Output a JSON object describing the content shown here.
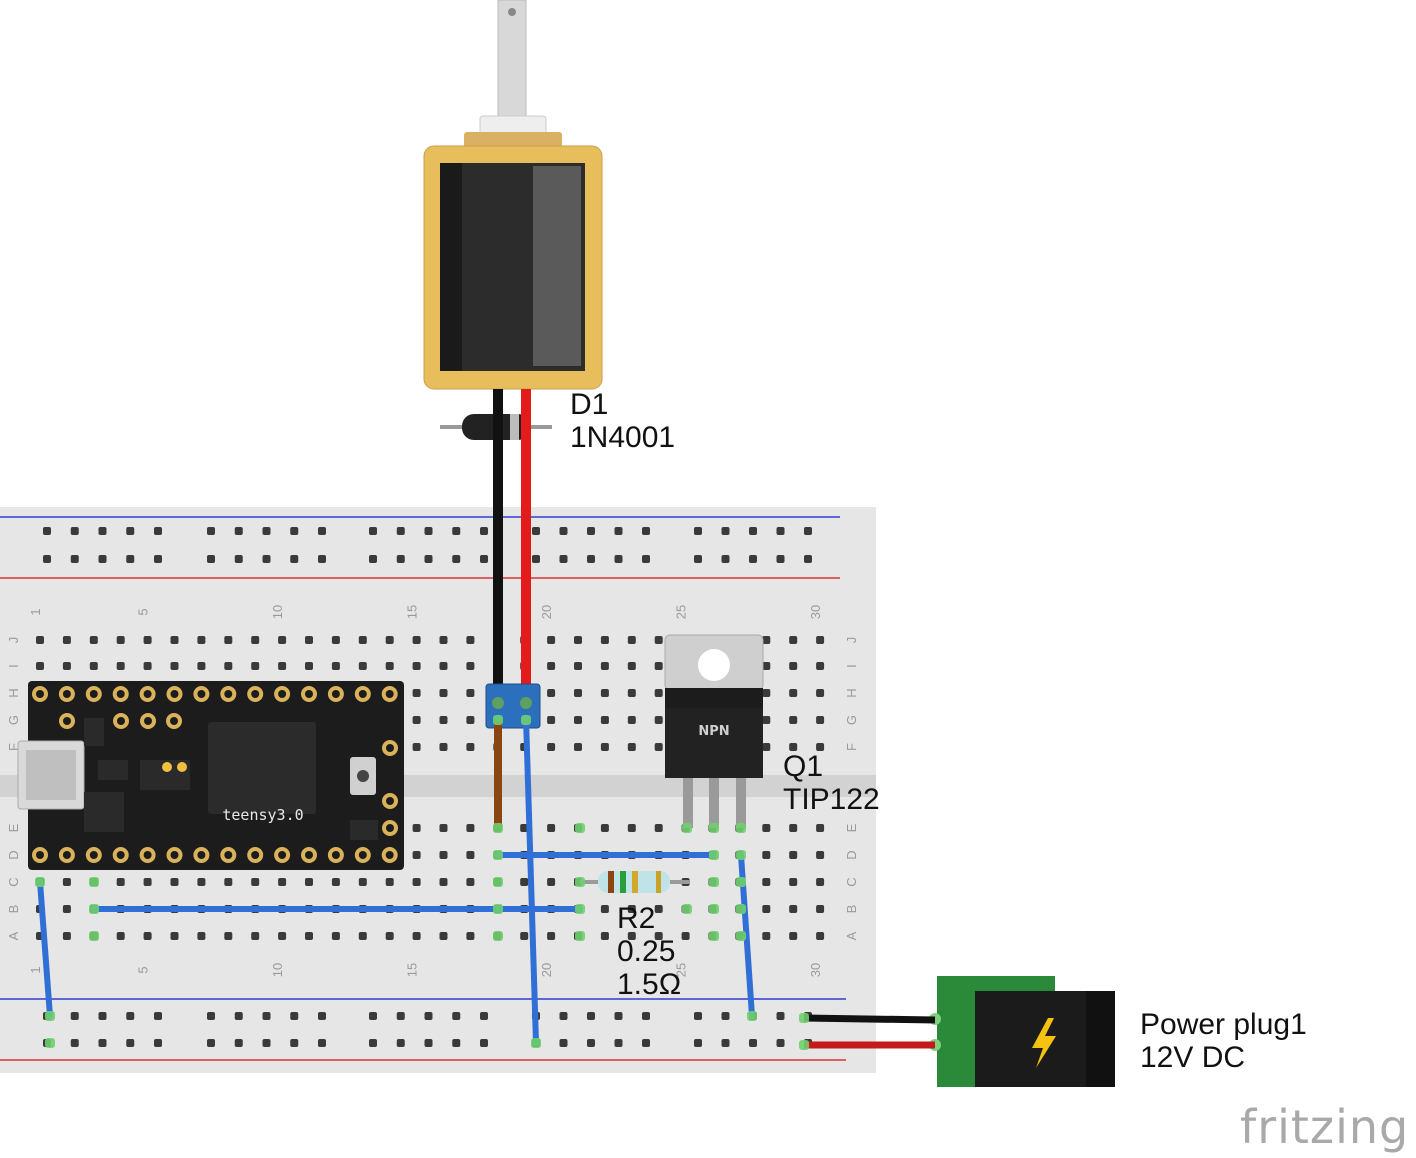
{
  "components": {
    "diode": {
      "ref": "D1",
      "value": "1N4001"
    },
    "transistor": {
      "ref": "Q1",
      "value": "TIP122",
      "marking": "NPN"
    },
    "resistor": {
      "ref": "R2",
      "power": "0.25",
      "value": "1.5Ω"
    },
    "power_plug": {
      "ref": "Power plug1",
      "value": "12V DC"
    },
    "microcontroller": {
      "marking": "teensy3.0"
    }
  },
  "breadboard": {
    "column_numbers": [
      "1",
      "5",
      "10",
      "15",
      "20",
      "25",
      "30"
    ],
    "rows_top": [
      "J",
      "I",
      "H",
      "G",
      "F"
    ],
    "rows_bottom": [
      "E",
      "D",
      "C",
      "B",
      "A"
    ]
  },
  "wire_colors": {
    "jumper": "#2f6fd6",
    "power_positive": "#e31b1b",
    "ground": "#111111",
    "resistor_lead": "#8b4513"
  },
  "branding": {
    "logo": "fritzing"
  }
}
